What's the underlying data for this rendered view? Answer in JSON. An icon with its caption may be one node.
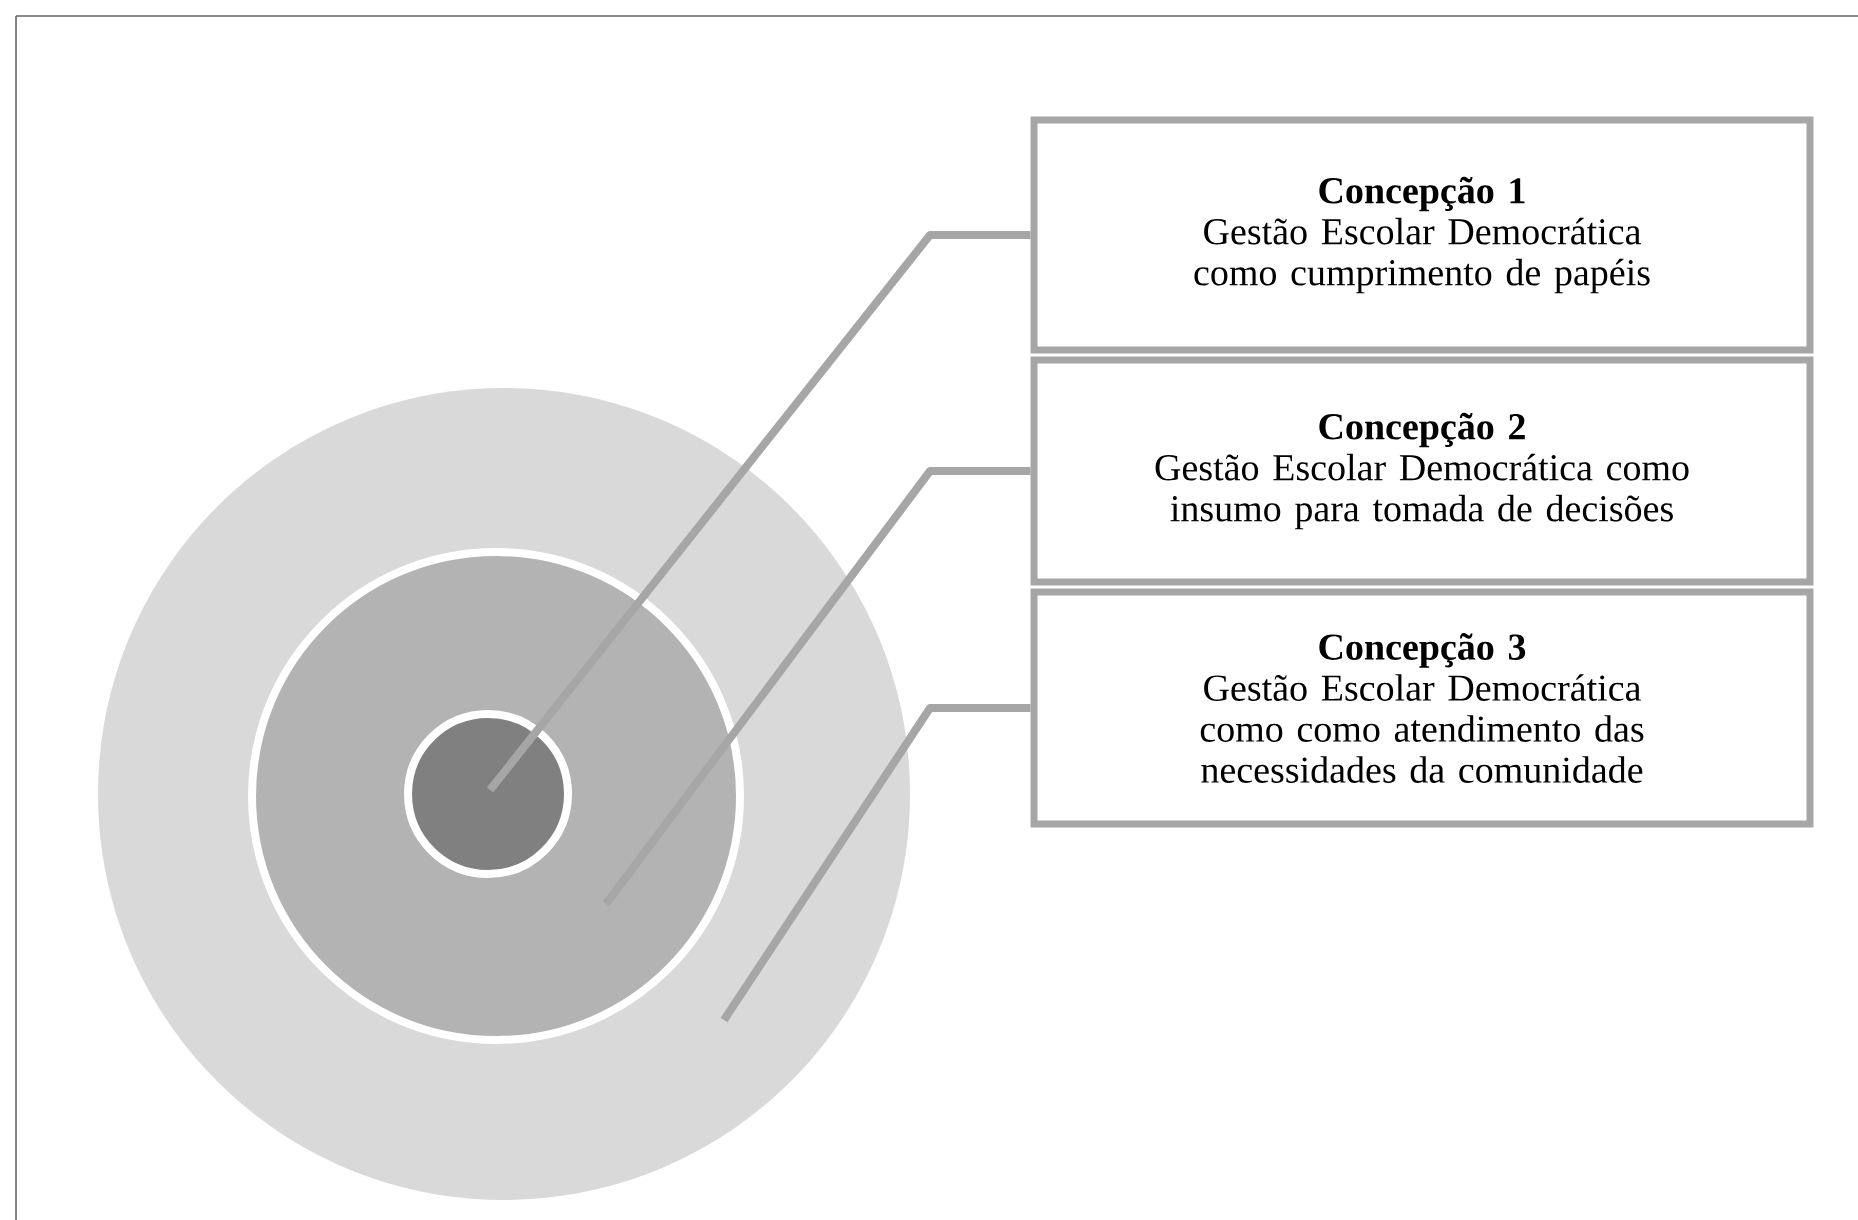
{
  "diagram": {
    "nodes": [
      {
        "text": [],
        "shape": "circle"
      },
      {
        "text": [],
        "shape": "circle",
        "in": 0
      },
      {
        "text": [],
        "shape": "circle",
        "in": 1
      },
      {
        "text": [
          "Concepção 1",
          "Gestão Escolar Democrática como cumprimento de papéis"
        ]
      },
      {
        "text": [
          "Concepção 2",
          "Gestão Escolar Democrática como insumo para tomada de decisões"
        ]
      },
      {
        "text": [
          "Concepção 3",
          "Gestão Escolar Democrática como como atendimento das necessidades da comunidade"
        ]
      }
    ],
    "edges": [
      {
        "from": 3,
        "to": 2,
        "arrow": "none"
      },
      {
        "from": 4,
        "to": 1,
        "arrow": "none"
      },
      {
        "from": 5,
        "to": 0,
        "arrow": "none"
      }
    ]
  }
}
